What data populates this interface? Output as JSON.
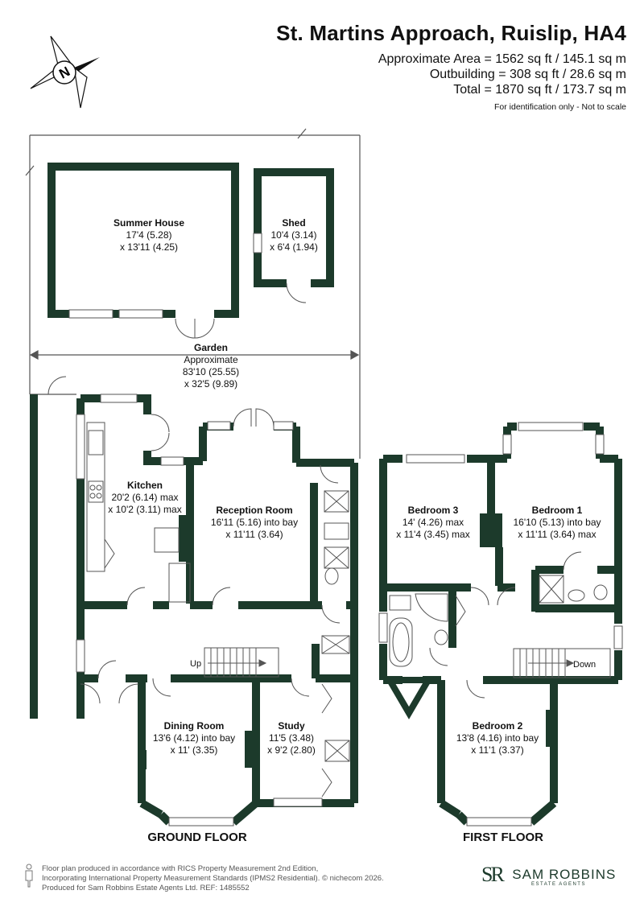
{
  "header": {
    "title": "St. Martins Approach, Ruislip, HA4",
    "area_approx": "Approximate Area = 1562 sq ft / 145.1 sq m",
    "area_outbuilding": "Outbuilding = 308 sq ft / 28.6 sq m",
    "area_total": "Total = 1870 sq ft / 173.7 sq m",
    "disclaimer": "For identification only - Not to scale"
  },
  "compass": {
    "letter": "N",
    "icon": "north-arrow-icon"
  },
  "rooms": {
    "summer_house": {
      "name": "Summer House",
      "dim1": "17'4 (5.28)",
      "dim2": "x 13'11 (4.25)"
    },
    "shed": {
      "name": "Shed",
      "dim1": "10'4 (3.14)",
      "dim2": "x 6'4 (1.94)"
    },
    "garden": {
      "name": "Garden",
      "dim0": "Approximate",
      "dim1": "83'10 (25.55)",
      "dim2": "x 32'5 (9.89)"
    },
    "kitchen": {
      "name": "Kitchen",
      "dim1": "20'2 (6.14) max",
      "dim2": "x 10'2 (3.11) max"
    },
    "reception": {
      "name": "Reception Room",
      "dim1": "16'11 (5.16) into bay",
      "dim2": "x 11'11 (3.64)"
    },
    "dining": {
      "name": "Dining Room",
      "dim1": "13'6 (4.12) into bay",
      "dim2": "x 11' (3.35)"
    },
    "study": {
      "name": "Study",
      "dim1": "11'5 (3.48)",
      "dim2": "x 9'2 (2.80)"
    },
    "bedroom3": {
      "name": "Bedroom 3",
      "dim1": "14' (4.26) max",
      "dim2": "x 11'4 (3.45) max"
    },
    "bedroom1": {
      "name": "Bedroom 1",
      "dim1": "16'10 (5.13) into bay",
      "dim2": "x 11'11 (3.64) max"
    },
    "bedroom2": {
      "name": "Bedroom 2",
      "dim1": "13'8 (4.16) into bay",
      "dim2": "x 11'1 (3.37)"
    }
  },
  "stairs": {
    "up": "Up",
    "down": "Down"
  },
  "floors": {
    "ground": "GROUND FLOOR",
    "first": "FIRST FLOOR"
  },
  "footer": {
    "line1": "Floor plan produced in accordance with RICS Property Measurement 2nd Edition,",
    "line2": "Incorporating International Property Measurement Standards (IPMS2 Residential).  © nichecom 2026.",
    "line3": "Produced for Sam Robbins Estate Agents Ltd.   REF: 1485552"
  },
  "brand": {
    "monogram": "SR",
    "name": "SAM ROBBINS",
    "sub": "ESTATE AGENTS",
    "color": "#1c3a2b"
  },
  "colors": {
    "wall": "#1c3a2b"
  }
}
